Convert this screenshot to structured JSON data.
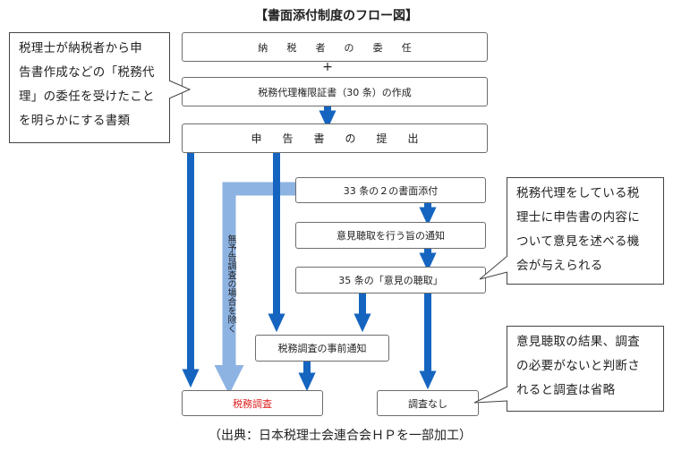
{
  "title": "【書面添付制度のフロー図】",
  "plus": "+",
  "boxes": {
    "entrust": "納 税 者 の 委 任",
    "certificate": "税務代理権限証書（30 条）の作成",
    "filing": "申 告 書 の 提 出",
    "attachment": "33 条の２の書面添付",
    "notice_hearing": "意見聴取を行う旨の通知",
    "hearing": "35 条の「意見の聴取」",
    "prior_notice": "税務調査の事前通知",
    "audit": "税務調査",
    "no_audit": "調査なし"
  },
  "vertical_label": "無予告調査の場合を除く",
  "callouts": {
    "left": [
      "税理士が納税者から申",
      "告書作成などの「税務代",
      "理」の委任を受けたこと",
      "を明らかにする書類"
    ],
    "right_top": [
      "税務代理をしている税",
      "理士に申告書の内容に",
      "ついて意見を述べる機",
      "会が与えられる"
    ],
    "right_bottom": [
      "意見聴取の結果、調査",
      "の必要がないと判断さ",
      "れると調査は省略"
    ]
  },
  "caption": "（出典：日本税理士会連合会ＨＰを一部加工）",
  "colors": {
    "arrow_blue": "#1565c0",
    "arrow_light": "#8db3e2",
    "audit_text": "#e02020"
  }
}
